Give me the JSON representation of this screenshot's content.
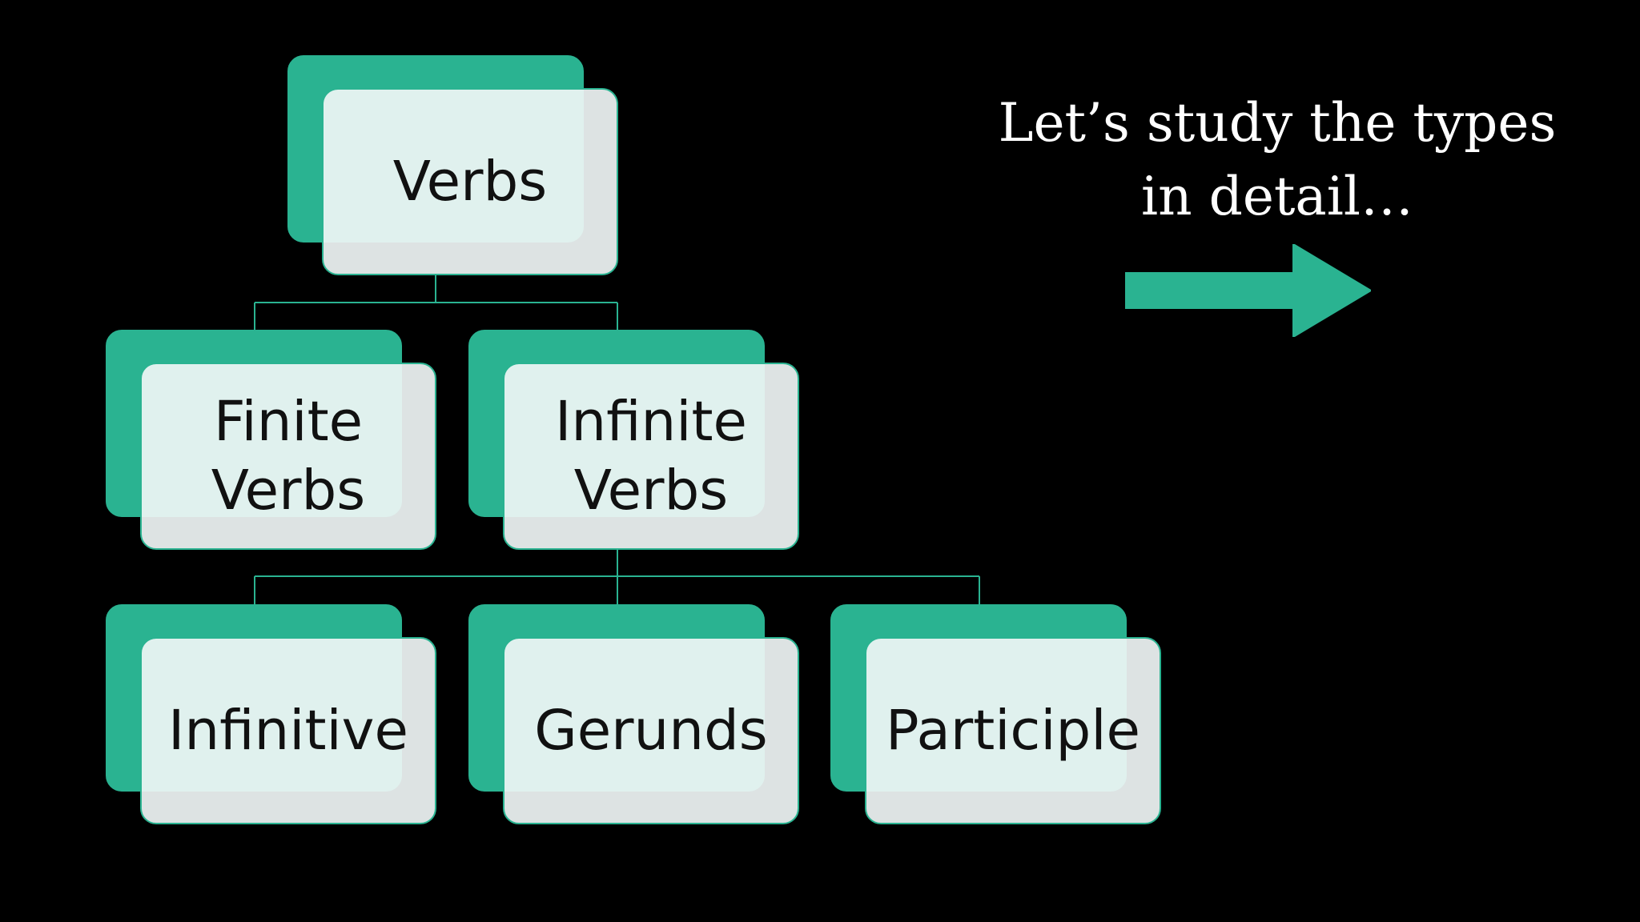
{
  "diagram": {
    "root": {
      "label": "Verbs"
    },
    "level1": [
      {
        "label": "Finite\nVerbs"
      },
      {
        "label": "Infinite\nVerbs"
      }
    ],
    "level2": [
      {
        "label": "Infinitive"
      },
      {
        "label": "Gerunds"
      },
      {
        "label": "Participle"
      }
    ]
  },
  "caption": {
    "text": "Let’s study the types\nin detail…"
  },
  "colors": {
    "background": "#000000",
    "accent": "#2ab391",
    "card_fill": "#f0f6f6",
    "text": "#111111",
    "caption_text": "#ffffff"
  },
  "icons": {
    "arrow": "right-arrow-icon"
  }
}
